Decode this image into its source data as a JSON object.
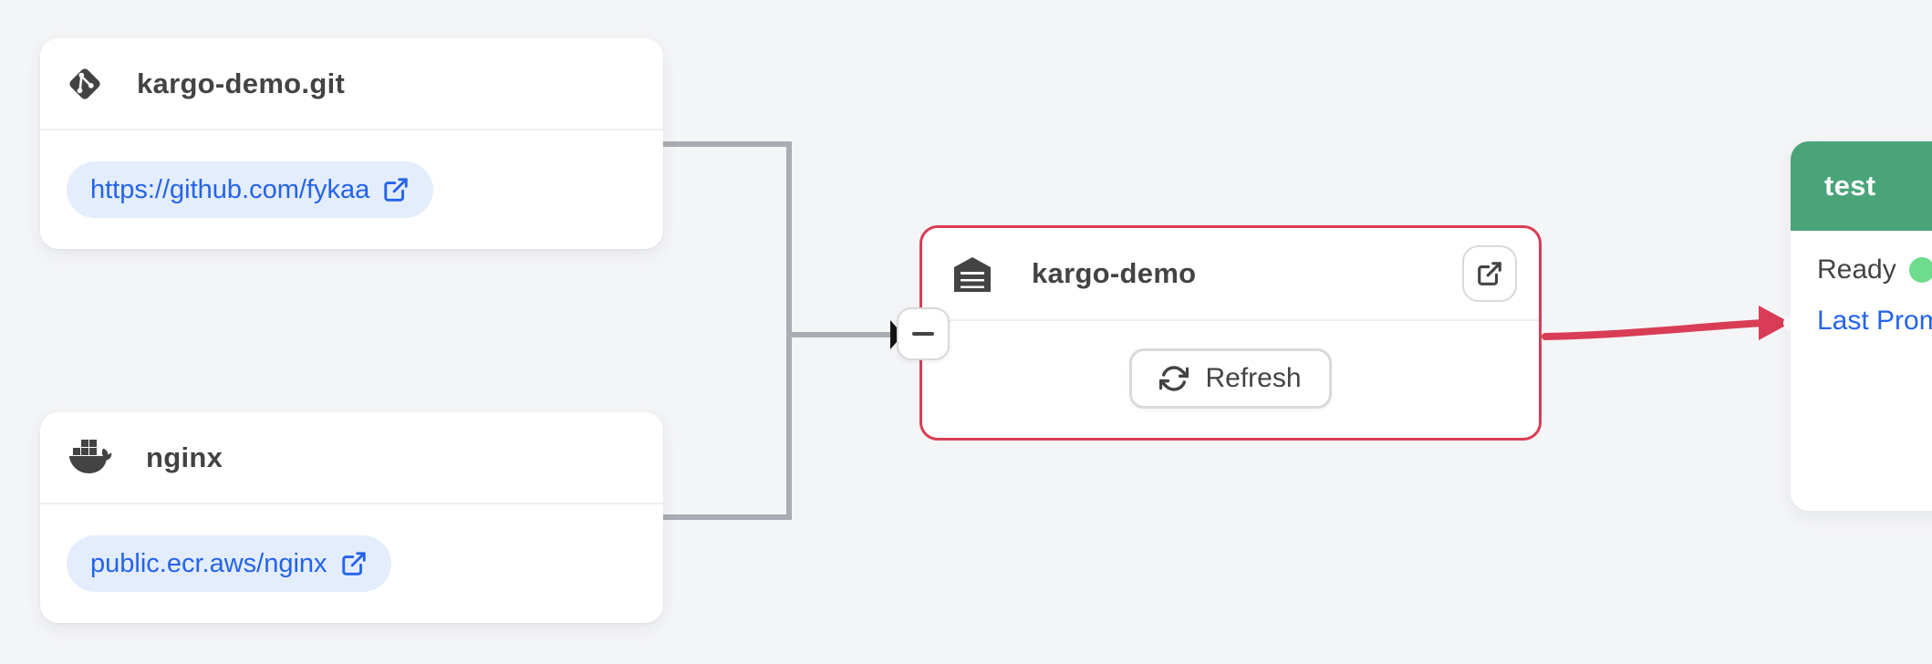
{
  "app": {
    "view": "kargo-pipeline-graph"
  },
  "colors": {
    "background": "#f4f5f7",
    "card_bg": "#ffffff",
    "text_primary": "#434343",
    "divider": "#efeff1",
    "connector_gray": "#abacb3",
    "arrow_black": "#141414",
    "accent_red": "#d93d55",
    "stage_green": "#4aa47a",
    "status_green": "#6edc8c",
    "link_blue": "#2563eb",
    "chip_bg": "#e3edfc",
    "button_border": "#d9d9d9"
  },
  "repo_cards": [
    {
      "title": "kargo-demo.git",
      "icon": "git-icon",
      "link": "https://github.com/fykaa",
      "link_icon": "external-link-icon"
    },
    {
      "title": "nginx",
      "icon": "docker-icon",
      "link": "public.ecr.aws/nginx",
      "link_icon": "external-link-icon"
    }
  ],
  "warehouse_node": {
    "title": "kargo-demo",
    "icon": "warehouse-icon",
    "open_button_icon": "external-link-icon",
    "refresh_label": "Refresh",
    "refresh_icon": "refresh-icon",
    "collapse_button_icon": "minus-icon"
  },
  "stage_node": {
    "name": "test",
    "status_label": "Ready",
    "status_dot_icon": "green-dot",
    "last_promotion_label": "Last Promotion"
  }
}
